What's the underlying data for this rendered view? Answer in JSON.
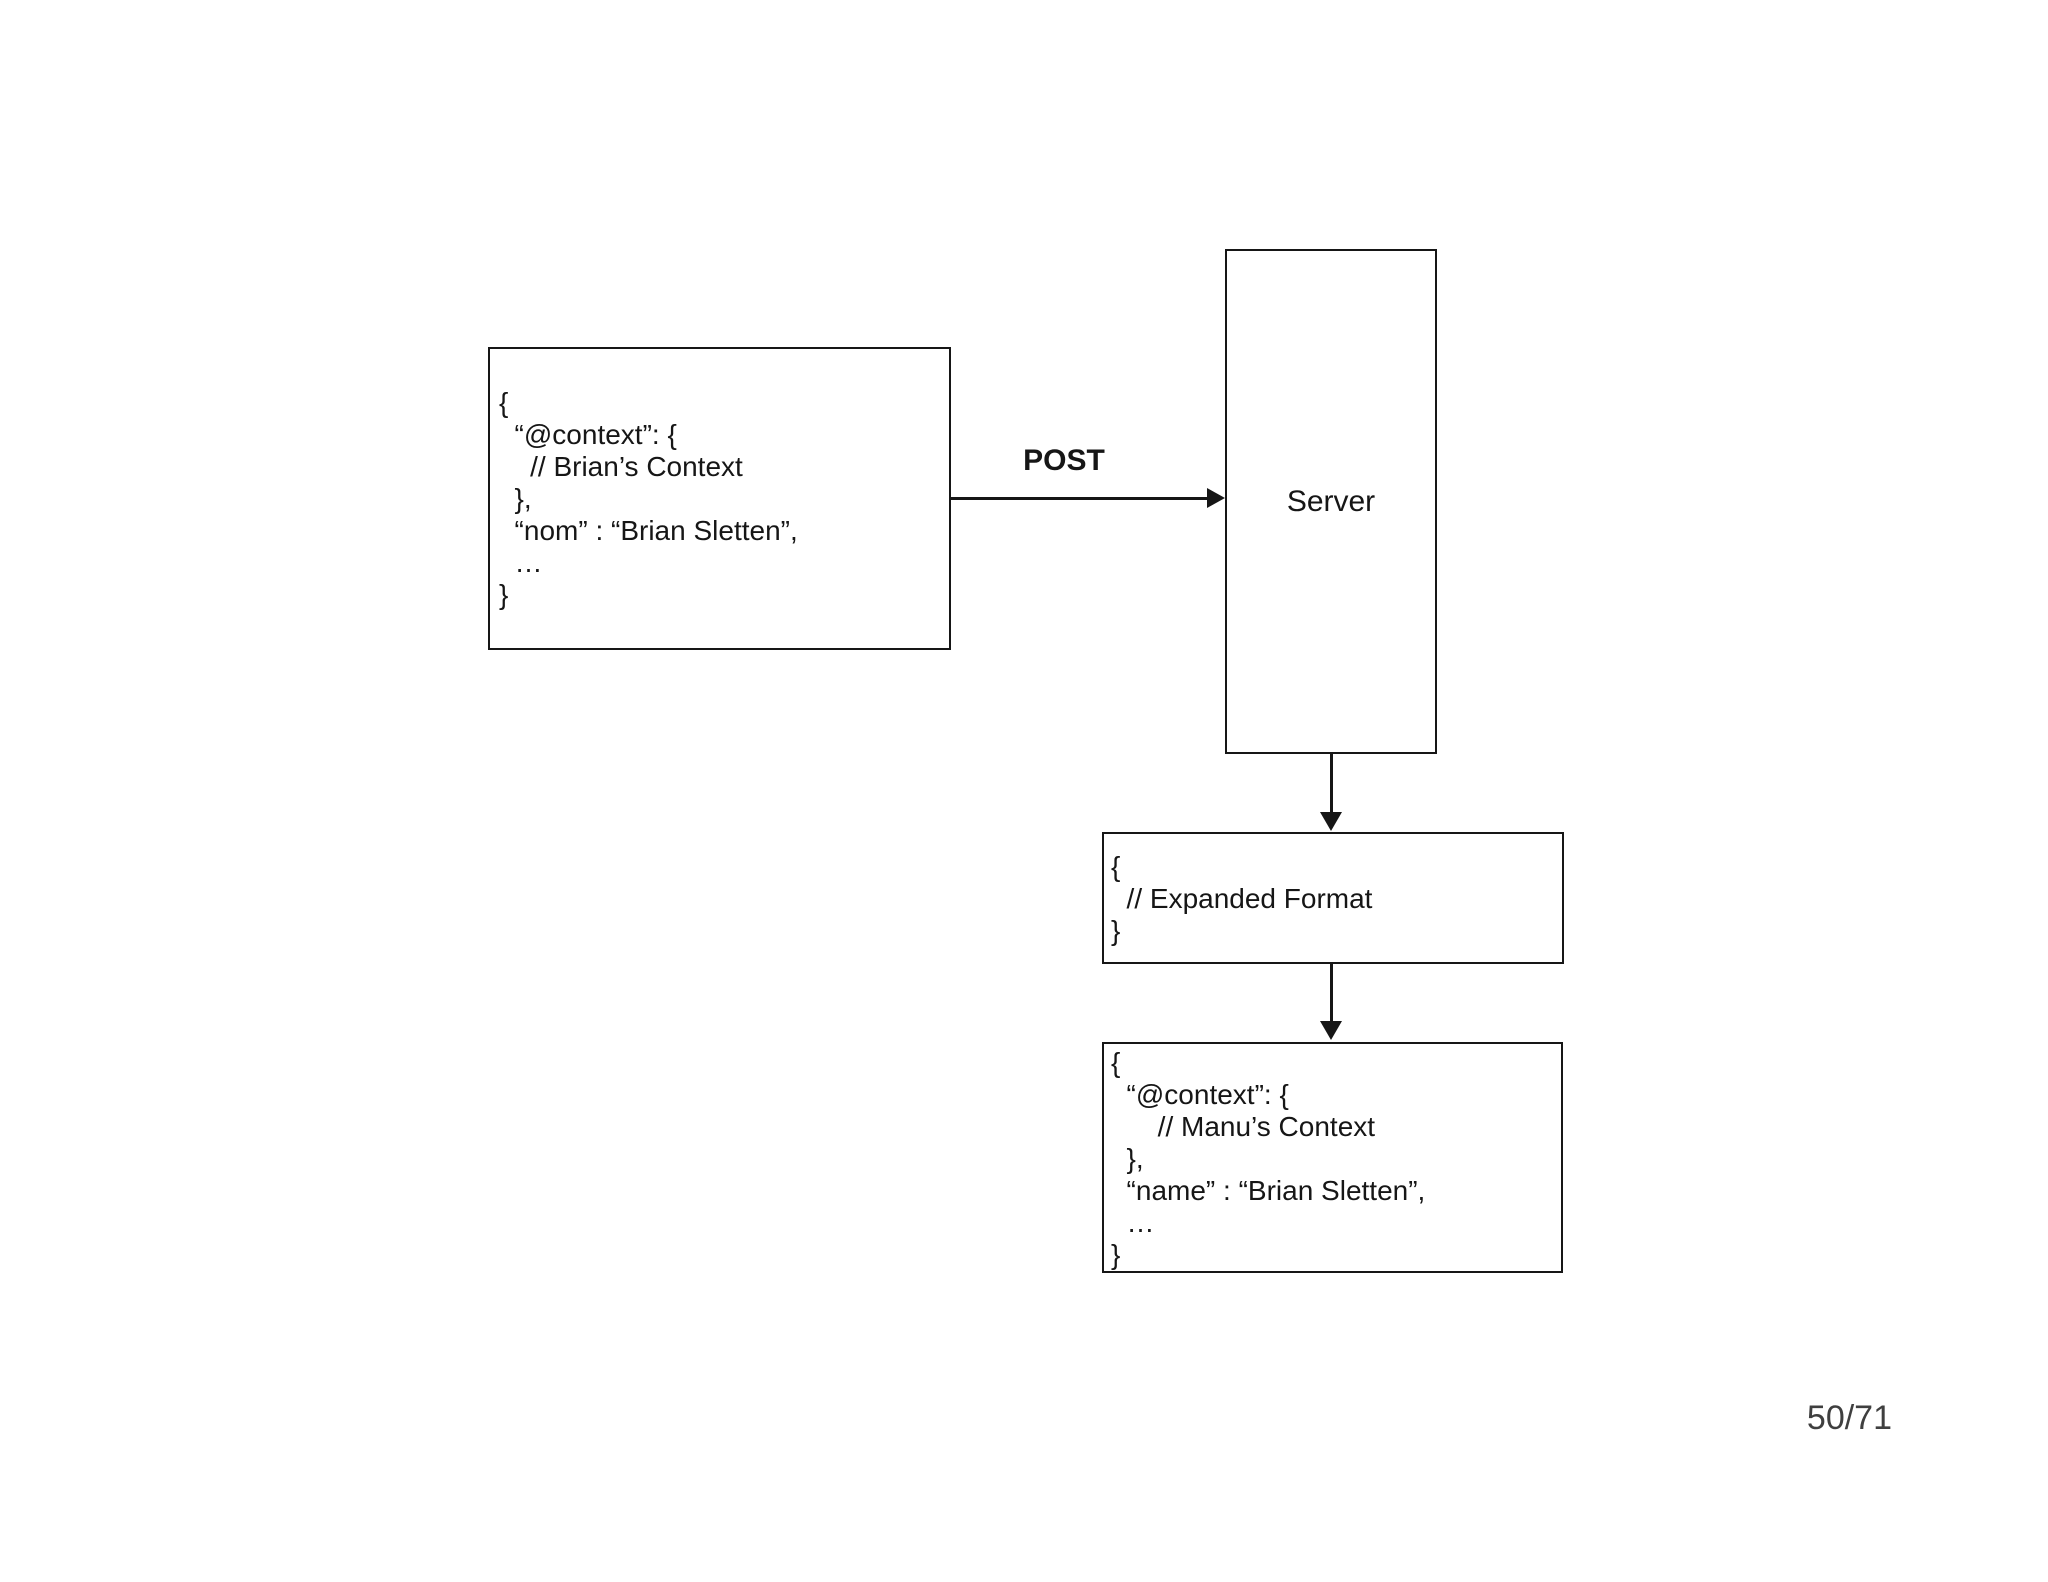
{
  "page": {
    "background": "#ffffff",
    "number": "50/71"
  },
  "colors": {
    "ink": "#161616",
    "page_number": "#3f3f3f"
  },
  "diagram": {
    "compact_box": {
      "code": "{\n  “@context”: {\n    // Brian’s Context\n  },\n  “nom” : “Brian Sletten”,\n  …\n}"
    },
    "post_arrow": {
      "label": "POST"
    },
    "server_box": {
      "label": "Server"
    },
    "expanded_box": {
      "code": "{\n  // Expanded Format\n}"
    },
    "recompacted_box": {
      "code": "{\n  “@context”: {\n      // Manu’s Context\n  },\n  “name” : “Brian Sletten”,\n  …\n}"
    }
  }
}
